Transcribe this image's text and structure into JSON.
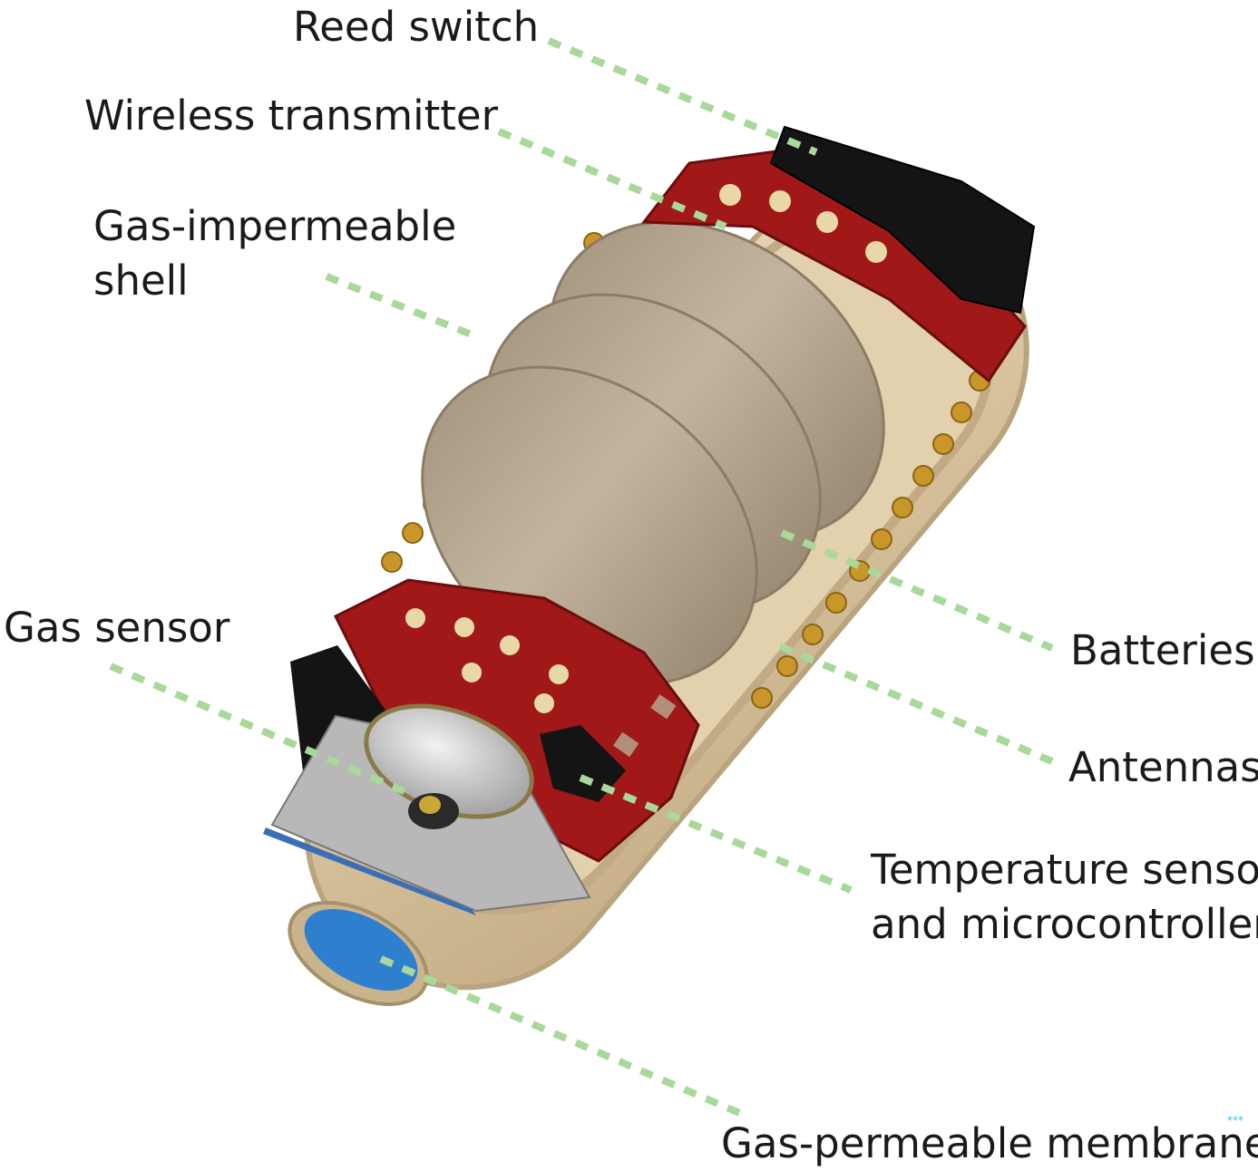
{
  "labels": {
    "reed_switch": "Reed switch",
    "wireless_transmitter": "Wireless transmitter",
    "gas_shell_line1": "Gas-impermeable",
    "gas_shell_line2": "shell",
    "gas_sensor": "Gas sensor",
    "batteries": "Batteries",
    "antennas": "Antennas",
    "temp_line1": "Temperature sensor",
    "temp_line2": "and microcontroller",
    "membrane": "Gas-permeable membrane"
  },
  "corner_mark": "***",
  "colors": {
    "shell": "#d8c39e",
    "shell_edge": "#b9a47e",
    "pcb": "#a01818",
    "battery": "#b5a690",
    "antenna": "#c9962a",
    "membrane": "#2e7fce",
    "leader": "#a8d89a"
  }
}
